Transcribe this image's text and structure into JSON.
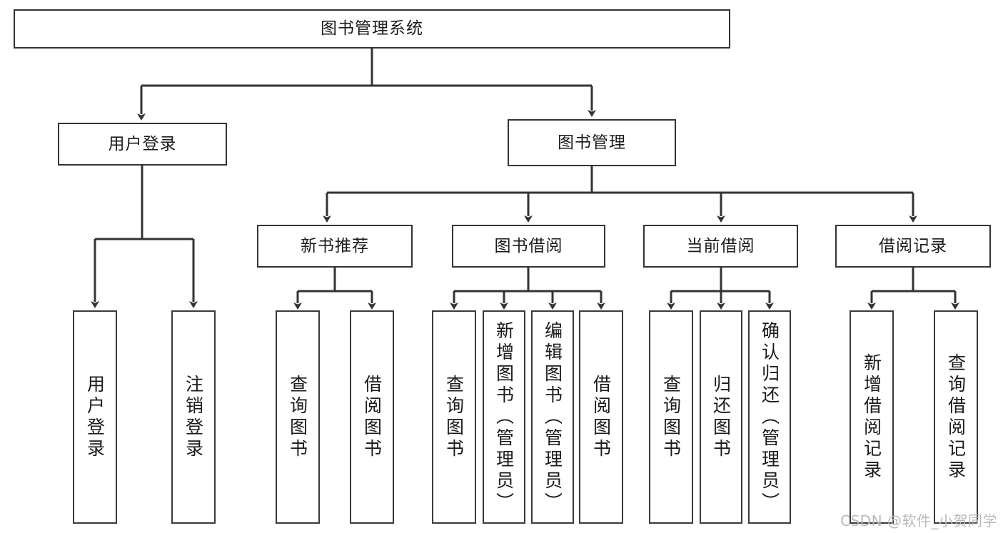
{
  "diagram": {
    "title": "图书管理系统",
    "type": "tree-hierarchy-chart",
    "root": {
      "label": "图书管理系统"
    },
    "level1": [
      {
        "label": "用户登录"
      },
      {
        "label": "图书管理"
      }
    ],
    "level2": [
      {
        "label": "新书推荐"
      },
      {
        "label": "图书借阅"
      },
      {
        "label": "当前借阅"
      },
      {
        "label": "借阅记录"
      }
    ],
    "leaves": [
      {
        "label": "用户登录"
      },
      {
        "label": "注销登录"
      },
      {
        "label": "查询图书"
      },
      {
        "label": "借阅图书"
      },
      {
        "label": "查询图书"
      },
      {
        "label": "新增图书（管理员）"
      },
      {
        "label": "编辑图书（管理员）"
      },
      {
        "label": "借阅图书"
      },
      {
        "label": "查询图书"
      },
      {
        "label": "归还图书"
      },
      {
        "label": "确认归还（管理员）"
      },
      {
        "label": "新增借阅记录"
      },
      {
        "label": "查询借阅记录"
      }
    ]
  },
  "watermark": {
    "text": "CSDN @软件_小贺同学"
  },
  "colors": {
    "background": "#ffffff",
    "border": "#333333",
    "text": "#1a1a1a",
    "watermark": "#b9b9b9"
  }
}
